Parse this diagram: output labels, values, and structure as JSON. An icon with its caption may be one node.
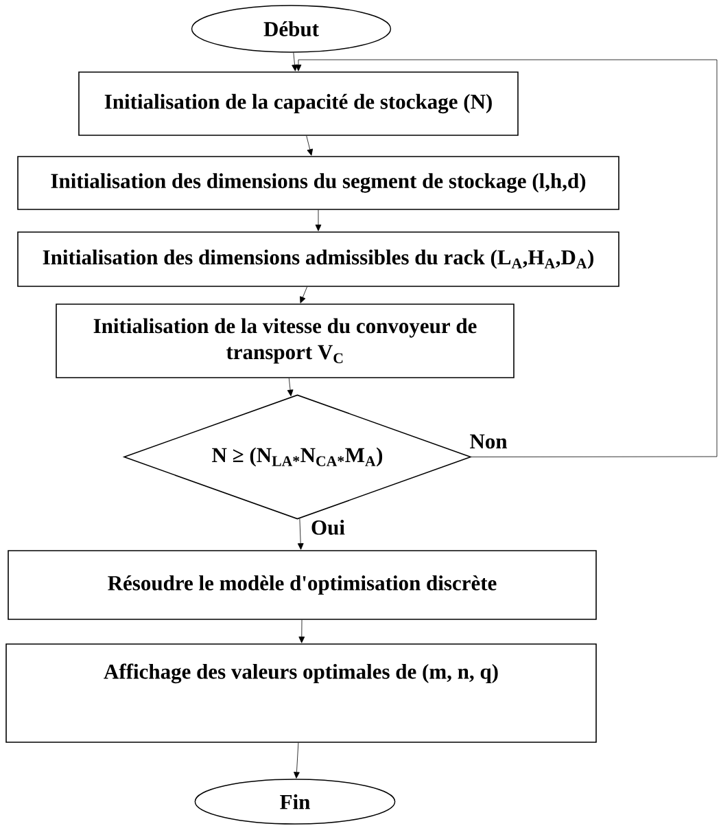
{
  "diagram": {
    "nodes": [
      {
        "text": [
          "Début"
        ]
      },
      {
        "text": [
          "Initialisation de la capacité de stockage (N)"
        ]
      },
      {
        "text": [
          "Initialisation des dimensions du segment de stockage (l,h,d)"
        ]
      },
      {
        "text": [
          "Initialisation des dimensions admissibles du rack (L$_{A}$,H$_{A}$,D$_{A}$)"
        ]
      },
      {
        "text": [
          "Initialisation de la vitesse du convoyeur de transport V$_{C}$"
        ]
      },
      {
        "text": [
          "N ≥ (N$_{LA*}$N$_{CA*}$M$_{A}$)"
        ]
      },
      {
        "text": [
          "Résoudre le modèle d'optimisation discrète"
        ]
      },
      {
        "text": [
          "Affichage des valeurs optimales de (m, n, q)"
        ]
      },
      {
        "text": [
          "Fin"
        ]
      }
    ],
    "edges": [
      {
        "from": 0,
        "to": 1,
        "arrow": "to"
      },
      {
        "from": 1,
        "to": 2,
        "arrow": "to"
      },
      {
        "from": 2,
        "to": 3,
        "arrow": "to"
      },
      {
        "from": 3,
        "to": 4,
        "arrow": "to"
      },
      {
        "from": 4,
        "to": 5,
        "arrow": "to"
      },
      {
        "from": 5,
        "to": 6,
        "arrow": "to",
        "label": "Oui"
      },
      {
        "from": 6,
        "to": 7,
        "arrow": "to"
      },
      {
        "from": 7,
        "to": 8,
        "arrow": "to"
      },
      {
        "from": 5,
        "to": 1,
        "arrow": "to",
        "label": "Non"
      }
    ]
  }
}
